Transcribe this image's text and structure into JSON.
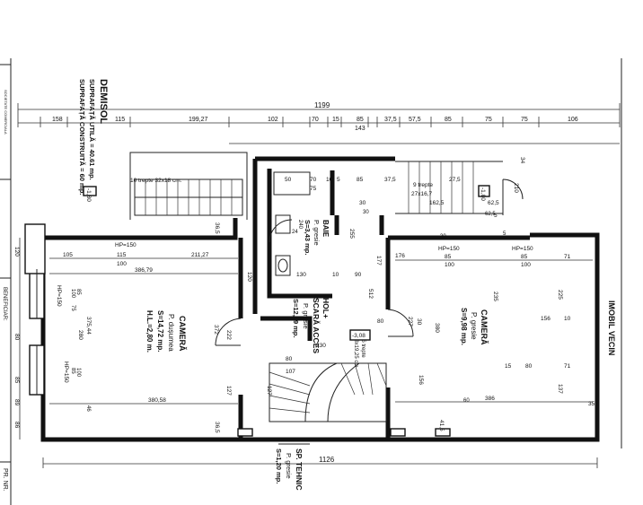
{
  "sheet": {
    "title": "DEMISOL",
    "area_useful": "SUPRAFAȚĂ UTILĂ    = 40.61 mp.",
    "area_built": "SUPRAFAȚĂ CONSTRUITĂ = 60 mp.",
    "neighbor": "IMOBIL VECIN",
    "beneficiar": "BENEFICIAR:",
    "pr_nr": "PR. NR.",
    "company": "SOCIETATE COMERCIALA"
  },
  "rooms": {
    "camera_left": [
      "CAMERĂ",
      "P. dușumea",
      "S=14,72 mp.",
      "H.L.=2,80 m."
    ],
    "baie": [
      "BAIE",
      "P. gresie",
      "S=3,43 mp."
    ],
    "hol": [
      "HOL+",
      "SCARĂ ACCES",
      "P. gresie",
      "S=12,49 mp."
    ],
    "camera_right": [
      "CAMERĂ",
      "P. gresie",
      "S=9,98 mp."
    ],
    "sp_tehnic": [
      "SP. TEHNIC",
      "P. gresie",
      "S=1,20 mp."
    ]
  },
  "stairs": {
    "left": "10 trepte 32x18 cm.",
    "right_a": "9 trepte",
    "right_b": "27x16,7",
    "inner_a": "16 trepte",
    "inner_b": "18x19,25 cm",
    "level_left": "-1,80",
    "level_right": "-1,80",
    "level_mid": "-3,08"
  },
  "dims": {
    "top_total": "1199",
    "bottom_total": "1126",
    "top_chain": [
      "158",
      "115",
      "199,27",
      "102",
      "70",
      "15",
      "85",
      "143",
      "37,5",
      "57,5",
      "85",
      "75",
      "75",
      "106"
    ],
    "row_b": [
      "50",
      "75",
      "70",
      "10",
      "5",
      "85",
      "37,5",
      "27,5"
    ],
    "row_c": [
      "30",
      "162,5",
      "62,5",
      "5"
    ],
    "hp": [
      "HP=150",
      "HP=150",
      "HP=150",
      "HP=150",
      "HP=150"
    ],
    "left_room": [
      "105",
      "115",
      "211,27",
      "100",
      "386,79",
      "380,58",
      "372",
      "222",
      "127",
      "36,5",
      "36,5",
      "375,44",
      "280",
      "100",
      "85",
      "85",
      "100",
      "75",
      "46"
    ],
    "middle": [
      "130",
      "10",
      "90",
      "255",
      "177",
      "512",
      "240",
      "230",
      "80",
      "107",
      "127",
      "120",
      "80",
      "24"
    ],
    "right_room": [
      "176",
      "100",
      "85",
      "100",
      "85",
      "71",
      "235",
      "225",
      "156",
      "10",
      "380",
      "227",
      "30",
      "80",
      "15",
      "71",
      "156",
      "386",
      "137",
      "35",
      "41,5",
      "60",
      "30",
      "62,5",
      "210",
      "34",
      "30",
      "5"
    ],
    "left_edge": [
      "120",
      "80",
      "85",
      "89",
      "86"
    ]
  }
}
